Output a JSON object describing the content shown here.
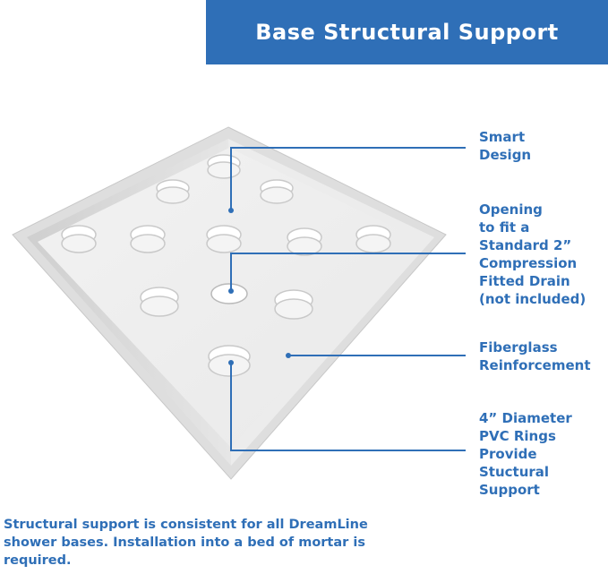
{
  "header": {
    "title": "Base Structural Support"
  },
  "callouts": {
    "smart_design": "Smart\nDesign",
    "opening": "Opening\nto fit a\nStandard 2”\nCompression\nFitted Drain\n(not included)",
    "fiberglass": "Fiberglass\nReinforcement",
    "pvc_rings": "4” Diameter\nPVC Rings\nProvide\nStuctural\nSupport"
  },
  "footnote": "Structural support is consistent for all DreamLine shower bases. Installation into a bed of mortar is required.",
  "colors": {
    "accent": "#2f6fb7",
    "base_surface": "#ededed",
    "base_wall": "#dcdcdc"
  }
}
